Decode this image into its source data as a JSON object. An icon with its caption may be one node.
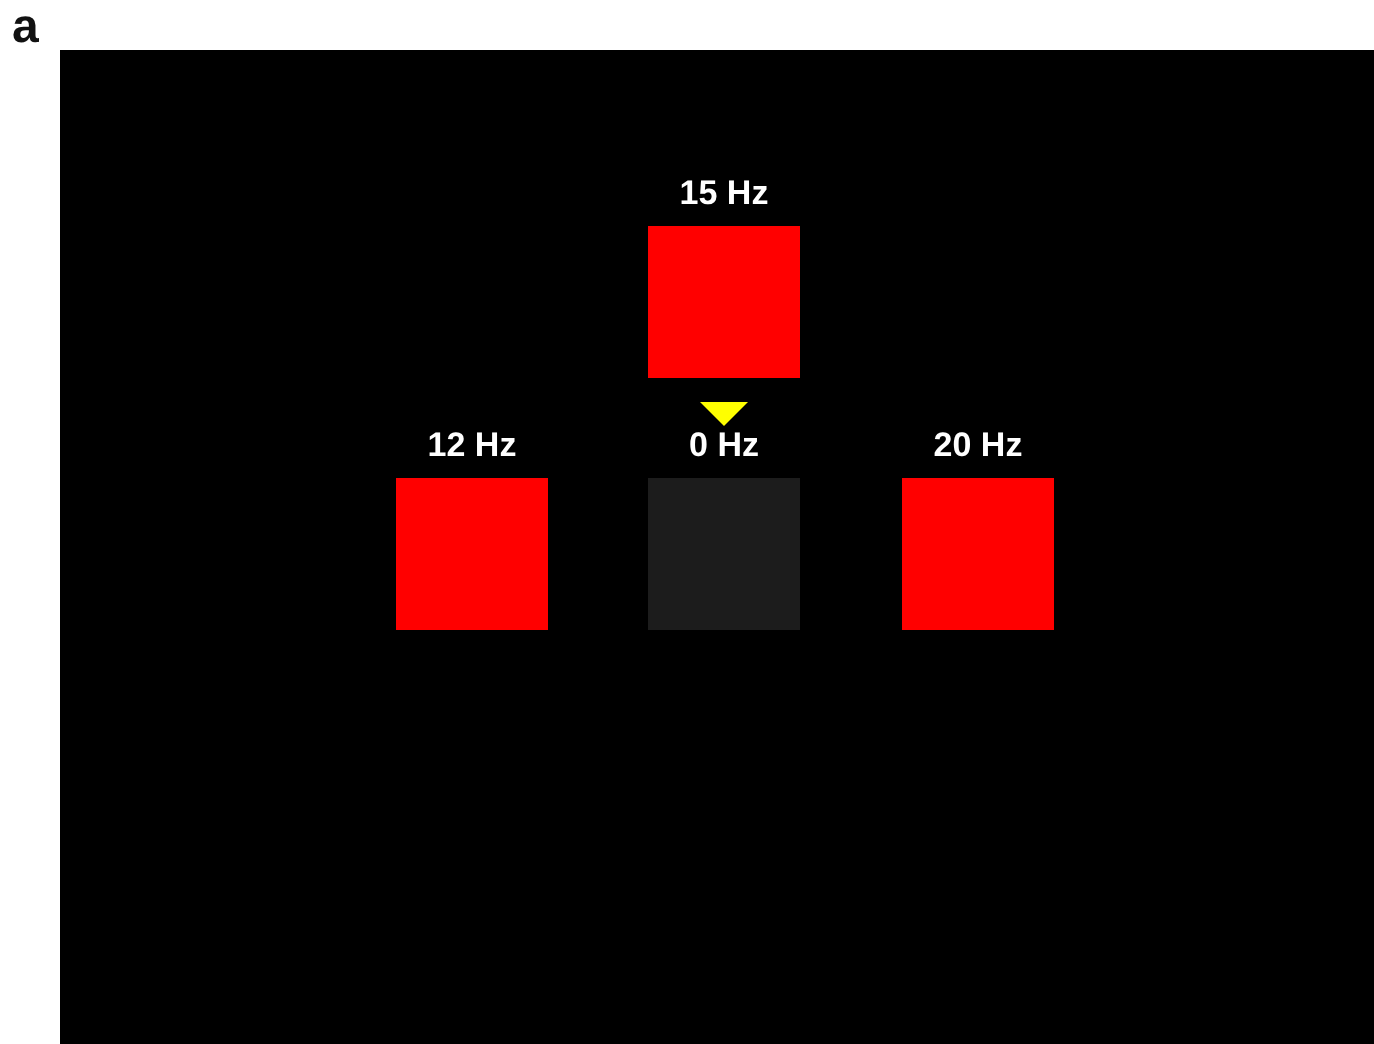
{
  "diagram": {
    "nodes": [
      {
        "text": [
          "15 Hz"
        ]
      },
      {
        "text": [
          "12 Hz"
        ]
      },
      {
        "text": [
          "0 Hz"
        ]
      },
      {
        "text": [
          "20 Hz"
        ]
      }
    ],
    "labels": [
      "a"
    ]
  }
}
